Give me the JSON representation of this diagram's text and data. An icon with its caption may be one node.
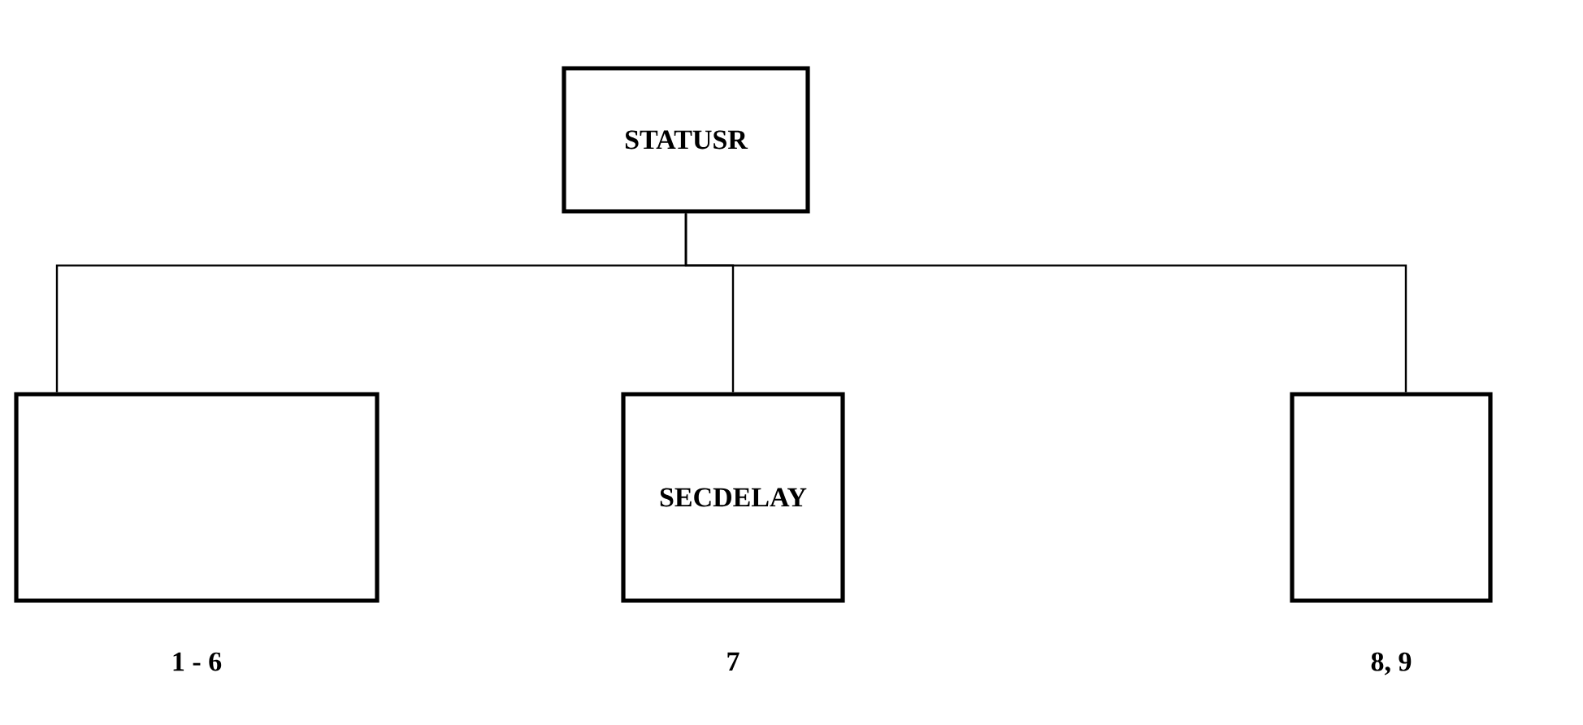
{
  "diagram": {
    "nodes": [
      {
        "text": [
          "STATUSR"
        ]
      },
      {
        "text": [],
        "shape": "box",
        "beside": [
          "1 - 6"
        ]
      },
      {
        "text": [
          "SECDELAY"
        ],
        "beside": [
          "7"
        ]
      },
      {
        "text": [],
        "shape": "box",
        "beside": [
          "8, 9"
        ]
      }
    ],
    "edges": [
      {
        "from": 0,
        "to": 1,
        "arrow": "none"
      },
      {
        "from": 0,
        "to": 2,
        "arrow": "none"
      },
      {
        "from": 0,
        "to": 3,
        "arrow": "none"
      }
    ]
  }
}
